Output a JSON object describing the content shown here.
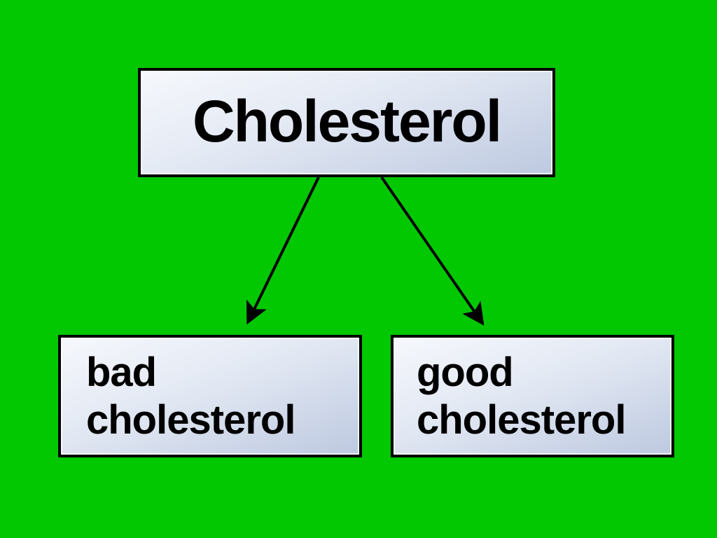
{
  "canvas": {
    "background_color": "#02c802"
  },
  "diagram": {
    "type": "tree",
    "node_style": {
      "fill_top": "#f6f8fc",
      "fill_bottom": "#bdc9e0",
      "border_color": "#000000",
      "text_color": "#000000"
    },
    "arrow_color": "#000000",
    "root": {
      "label": "Cholesterol"
    },
    "children": [
      {
        "label": "bad\ncholesterol"
      },
      {
        "label": "good\ncholesterol"
      }
    ],
    "edges": [
      {
        "from": "Cholesterol",
        "to": "bad cholesterol"
      },
      {
        "from": "Cholesterol",
        "to": "good cholesterol"
      }
    ]
  }
}
